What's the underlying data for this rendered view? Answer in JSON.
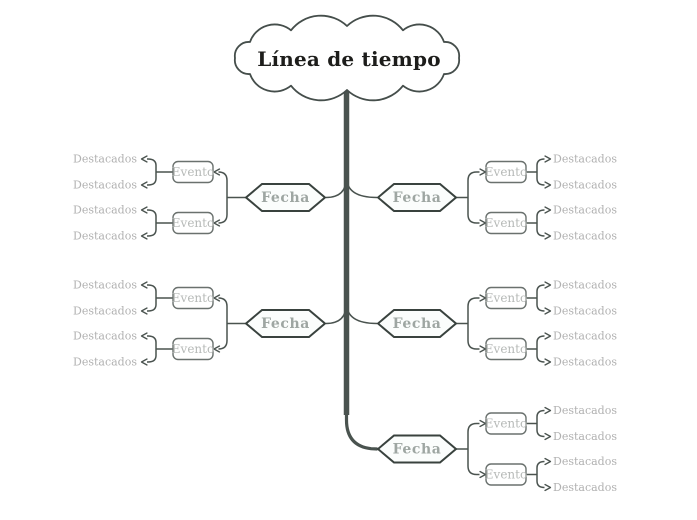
{
  "title": "Línea de tiempo",
  "colors": {
    "background": "#FFFFFF",
    "trunk": "#4A534F",
    "connector": "#4A534F",
    "cloud_border": "#454E4B",
    "cloud_fill": "#FFFFFF",
    "hexagon_border": "#39423E",
    "hexagon_fill": "#FBFDFC",
    "hexagon_text": "#9EA6A2",
    "evento_border": "#6A716E",
    "evento_fill": "#FFFFFF",
    "evento_text": "#B6B9B7",
    "destacados_text": "#B1B1B1",
    "title_text": "#1D1D1B"
  },
  "branches": [
    {
      "side": "left",
      "fecha": "Fecha",
      "eventos": [
        {
          "label": "Evento",
          "destacados": [
            "Destacados",
            "Destacados"
          ]
        },
        {
          "label": "Evento",
          "destacados": [
            "Destacados",
            "Destacados"
          ]
        }
      ]
    },
    {
      "side": "right",
      "fecha": "Fecha",
      "eventos": [
        {
          "label": "Evento",
          "destacados": [
            "Destacados",
            "Destacados"
          ]
        },
        {
          "label": "Evento",
          "destacados": [
            "Destacados",
            "Destacados"
          ]
        }
      ]
    },
    {
      "side": "left",
      "fecha": "Fecha",
      "eventos": [
        {
          "label": "Evento",
          "destacados": [
            "Destacados",
            "Destacados"
          ]
        },
        {
          "label": "Evento",
          "destacados": [
            "Destacados",
            "Destacados"
          ]
        }
      ]
    },
    {
      "side": "right",
      "fecha": "Fecha",
      "eventos": [
        {
          "label": "Evento",
          "destacados": [
            "Destacados",
            "Destacados"
          ]
        },
        {
          "label": "Evento",
          "destacados": [
            "Destacados",
            "Destacados"
          ]
        }
      ]
    },
    {
      "side": "right",
      "fecha": "Fecha",
      "eventos": [
        {
          "label": "Evento",
          "destacados": [
            "Destacados",
            "Destacados"
          ]
        },
        {
          "label": "Evento",
          "destacados": [
            "Destacados",
            "Destacados"
          ]
        }
      ]
    }
  ]
}
